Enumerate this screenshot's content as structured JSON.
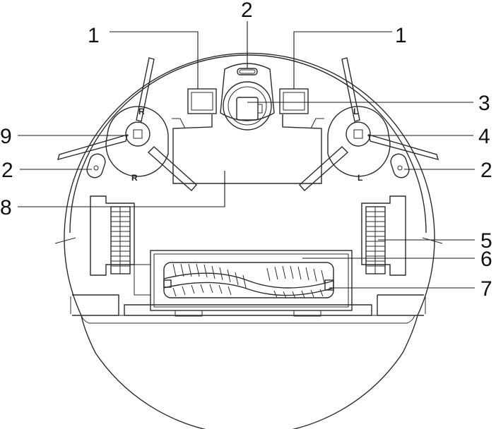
{
  "callouts": [
    {
      "id": "c1-left",
      "text": "1"
    },
    {
      "id": "c1-right",
      "text": "1"
    },
    {
      "id": "c2-top",
      "text": "2"
    },
    {
      "id": "c3",
      "text": "3"
    },
    {
      "id": "c4",
      "text": "4"
    },
    {
      "id": "c2-left",
      "text": "2"
    },
    {
      "id": "c2-right",
      "text": "2"
    },
    {
      "id": "c9",
      "text": "9"
    },
    {
      "id": "c8",
      "text": "8"
    },
    {
      "id": "c5",
      "text": "5"
    },
    {
      "id": "c6",
      "text": "6"
    },
    {
      "id": "c7",
      "text": "7"
    }
  ],
  "brush_labels": {
    "right": "R",
    "left": "L",
    "arm_right": "R",
    "arm_left": "L"
  }
}
